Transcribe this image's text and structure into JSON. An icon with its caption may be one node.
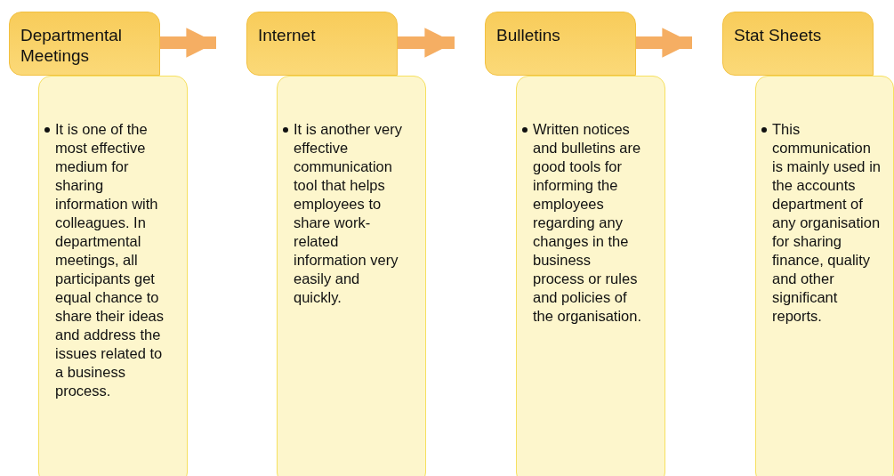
{
  "diagram": {
    "nodes": [
      {
        "text": [
          "Departmental Meetings"
        ]
      },
      {
        "text": [
          "It is one of the most effective medium for sharing information with colleagues. In departmental meetings, all participants get equal chance to share their ideas and address the issues related to a business process."
        ]
      },
      {
        "text": [
          "Internet"
        ]
      },
      {
        "text": [
          "It is another very effective communication tool that helps employees to share work-related information very easily and quickly."
        ]
      },
      {
        "text": [
          "Bulletins"
        ]
      },
      {
        "text": [
          "Written notices and bulletins are good tools for informing the employees regarding any changes in the business process or rules and policies of the organisation."
        ]
      },
      {
        "text": [
          "Stat Sheets"
        ]
      },
      {
        "text": [
          "This communication is mainly used in the accounts department of any organisation for sharing finance, quality and other significant reports."
        ]
      }
    ],
    "edges": [
      {
        "from": 0,
        "to": 2,
        "arrow": "to"
      },
      {
        "from": 2,
        "to": 4,
        "arrow": "to"
      },
      {
        "from": 4,
        "to": 6,
        "arrow": "to"
      }
    ]
  }
}
